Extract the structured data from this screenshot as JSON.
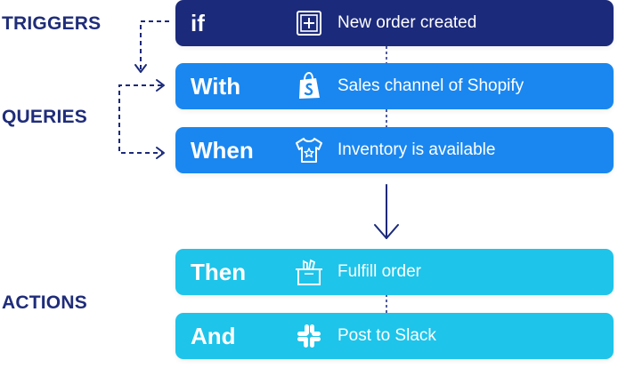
{
  "colors": {
    "category_text": "#1f2d7a",
    "trigger_block": "#1b2a7b",
    "query_block": "#1a87f0",
    "action_block": "#1ec4ea",
    "connector": "#1b2a7b"
  },
  "categories": {
    "triggers": "TRIGGERS",
    "queries": "QUERIES",
    "actions": "ACTIONS"
  },
  "blocks": [
    {
      "keyword": "if",
      "label": "New order created",
      "icon": "plus-box-icon",
      "kind": "trigger"
    },
    {
      "keyword": "With",
      "label": "Sales channel of Shopify",
      "icon": "shopify-bag-icon",
      "kind": "query"
    },
    {
      "keyword": "When",
      "label": "Inventory is available",
      "icon": "tshirt-icon",
      "kind": "query"
    },
    {
      "keyword": "Then",
      "label": "Fulfill order",
      "icon": "box-icon",
      "kind": "action"
    },
    {
      "keyword": "And",
      "label": "Post to Slack",
      "icon": "slack-icon",
      "kind": "action"
    }
  ]
}
